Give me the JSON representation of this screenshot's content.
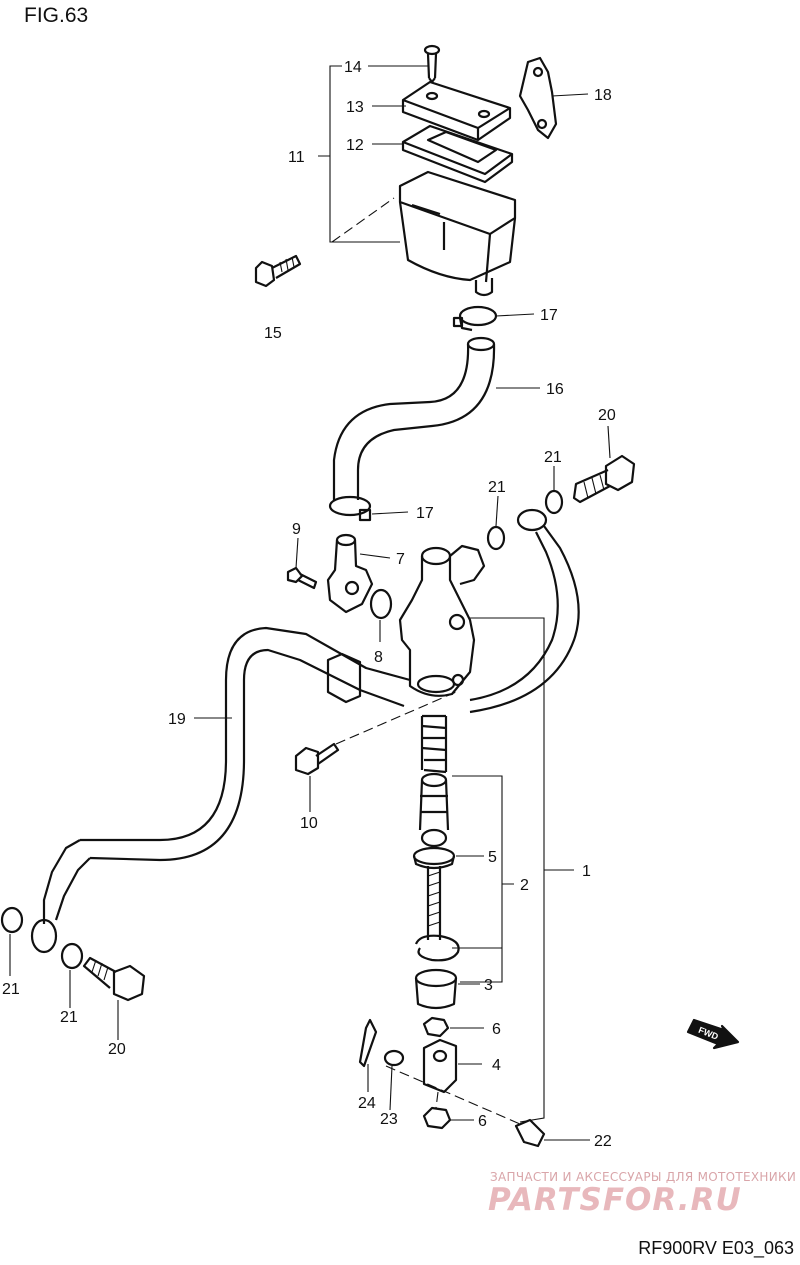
{
  "figure": {
    "title": "FIG.63",
    "code": "RF900RV E03_063"
  },
  "watermark": {
    "caption": "ЗАПЧАСТИ И АКСЕССУАРЫ ДЛЯ МОТОТЕХНИКИ",
    "logo": "PARTSFOR.RU"
  },
  "fwd_label": "FWD",
  "callouts": [
    {
      "id": "c14",
      "text": "14"
    },
    {
      "id": "c13",
      "text": "13"
    },
    {
      "id": "c12",
      "text": "12"
    },
    {
      "id": "c11",
      "text": "11"
    },
    {
      "id": "c18",
      "text": "18"
    },
    {
      "id": "c15",
      "text": "15"
    },
    {
      "id": "c17a",
      "text": "17"
    },
    {
      "id": "c16",
      "text": "16"
    },
    {
      "id": "c20a",
      "text": "20"
    },
    {
      "id": "c21a",
      "text": "21"
    },
    {
      "id": "c21b",
      "text": "21"
    },
    {
      "id": "c17b",
      "text": "17"
    },
    {
      "id": "c9",
      "text": "9"
    },
    {
      "id": "c7",
      "text": "7"
    },
    {
      "id": "c8",
      "text": "8"
    },
    {
      "id": "c19",
      "text": "19"
    },
    {
      "id": "c10",
      "text": "10"
    },
    {
      "id": "c5",
      "text": "5"
    },
    {
      "id": "c2",
      "text": "2"
    },
    {
      "id": "c1",
      "text": "1"
    },
    {
      "id": "c3",
      "text": "3"
    },
    {
      "id": "c21c",
      "text": "21"
    },
    {
      "id": "c21d",
      "text": "21"
    },
    {
      "id": "c20b",
      "text": "20"
    },
    {
      "id": "c6a",
      "text": "6"
    },
    {
      "id": "c4",
      "text": "4"
    },
    {
      "id": "c24",
      "text": "24"
    },
    {
      "id": "c23",
      "text": "23"
    },
    {
      "id": "c6b",
      "text": "6"
    },
    {
      "id": "c22",
      "text": "22"
    }
  ]
}
